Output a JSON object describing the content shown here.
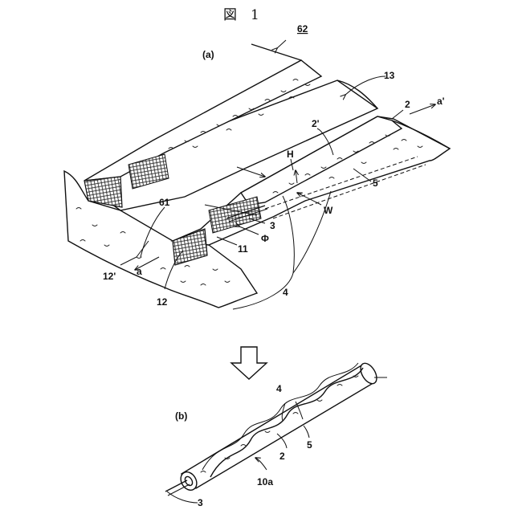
{
  "figure_title": "図　1",
  "panel_a_label": "(a)",
  "panel_b_label": "(b)",
  "labels_a": {
    "ref_62": "62",
    "ref_13": "13",
    "ref_2": "2",
    "ref_a_prime": "a'",
    "ref_2_prime": "2'",
    "ref_H": "H",
    "ref_5": "5",
    "ref_W": "W",
    "ref_61": "61",
    "ref_3": "3",
    "ref_phi": "Φ",
    "ref_11": "11",
    "ref_12_prime": "12'",
    "ref_a": "a",
    "ref_12": "12",
    "ref_4": "4"
  },
  "labels_b": {
    "ref_4": "4",
    "ref_5": "5",
    "ref_2": "2",
    "ref_10a": "10a",
    "ref_3": "3"
  }
}
